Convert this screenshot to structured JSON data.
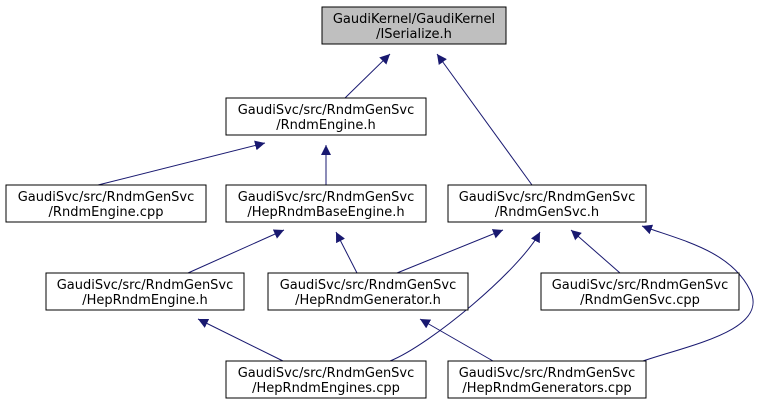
{
  "colors": {
    "edge": "#191970",
    "node_fill": "#ffffff",
    "highlight_fill": "#bfbfbf",
    "border": "#000000"
  },
  "nodes": [
    {
      "id": "iserialize",
      "line1": "GaudiKernel/GaudiKernel",
      "line2": "/ISerialize.h",
      "highlighted": true
    },
    {
      "id": "rndmengine-h",
      "line1": "GaudiSvc/src/RndmGenSvc",
      "line2": "/RndmEngine.h",
      "highlighted": false
    },
    {
      "id": "rndmengine-cpp",
      "line1": "GaudiSvc/src/RndmGenSvc",
      "line2": "/RndmEngine.cpp",
      "highlighted": false
    },
    {
      "id": "heprndmbaseengine-h",
      "line1": "GaudiSvc/src/RndmGenSvc",
      "line2": "/HepRndmBaseEngine.h",
      "highlighted": false
    },
    {
      "id": "rndmgensvc-h",
      "line1": "GaudiSvc/src/RndmGenSvc",
      "line2": "/RndmGenSvc.h",
      "highlighted": false
    },
    {
      "id": "heprndmengine-h",
      "line1": "GaudiSvc/src/RndmGenSvc",
      "line2": "/HepRndmEngine.h",
      "highlighted": false
    },
    {
      "id": "heprndmgenerator-h",
      "line1": "GaudiSvc/src/RndmGenSvc",
      "line2": "/HepRndmGenerator.h",
      "highlighted": false
    },
    {
      "id": "rndmgensvc-cpp",
      "line1": "GaudiSvc/src/RndmGenSvc",
      "line2": "/RndmGenSvc.cpp",
      "highlighted": false
    },
    {
      "id": "heprndmengines-cpp",
      "line1": "GaudiSvc/src/RndmGenSvc",
      "line2": "/HepRndmEngines.cpp",
      "highlighted": false
    },
    {
      "id": "heprndmgenerators-cpp",
      "line1": "GaudiSvc/src/RndmGenSvc",
      "line2": "/HepRndmGenerators.cpp",
      "highlighted": false
    }
  ],
  "edges": [
    {
      "from": "rndmengine-h",
      "to": "iserialize"
    },
    {
      "from": "rndmgensvc-h",
      "to": "iserialize"
    },
    {
      "from": "rndmengine-cpp",
      "to": "rndmengine-h"
    },
    {
      "from": "heprndmbaseengine-h",
      "to": "rndmengine-h"
    },
    {
      "from": "heprndmengine-h",
      "to": "heprndmbaseengine-h"
    },
    {
      "from": "heprndmgenerator-h",
      "to": "heprndmbaseengine-h"
    },
    {
      "from": "heprndmgenerator-h",
      "to": "rndmgensvc-h"
    },
    {
      "from": "heprndmengines-cpp",
      "to": "rndmgensvc-h"
    },
    {
      "from": "rndmgensvc-cpp",
      "to": "rndmgensvc-h"
    },
    {
      "from": "heprndmgenerators-cpp",
      "to": "rndmgensvc-h"
    },
    {
      "from": "heprndmengines-cpp",
      "to": "heprndmengine-h"
    },
    {
      "from": "heprndmgenerators-cpp",
      "to": "heprndmgenerator-h"
    }
  ]
}
